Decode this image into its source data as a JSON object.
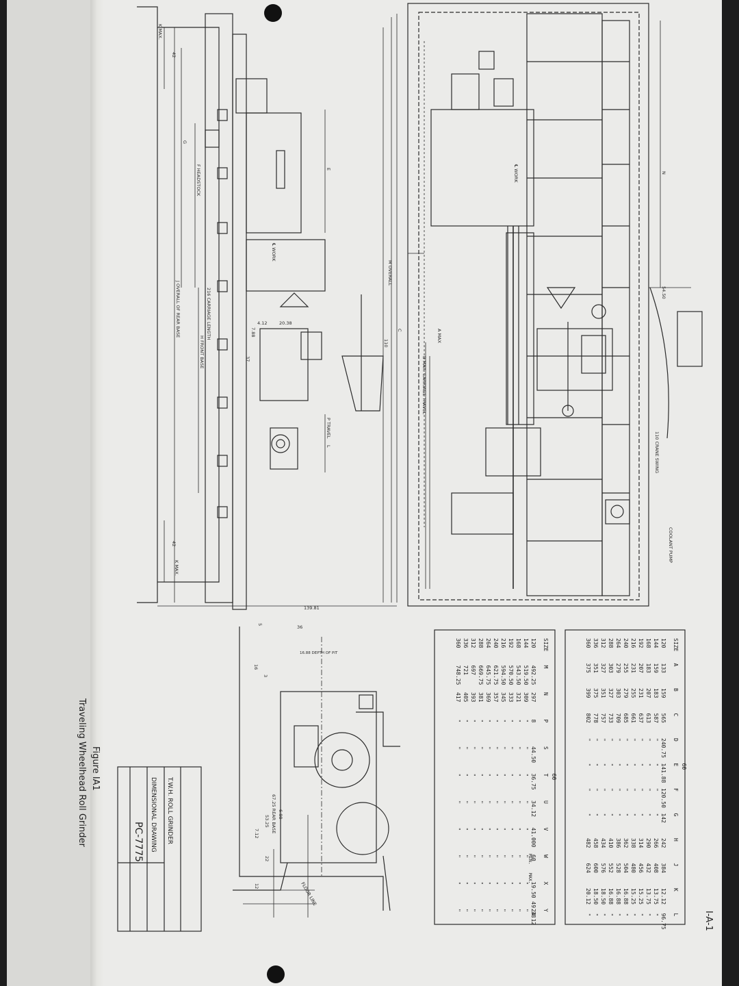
{
  "labels": {
    "m_overall": "M OVERALL",
    "n": "N",
    "dim_5450": "54.50",
    "crane_swing": "110 CRANE SWING",
    "coolant_pump": "COOLANT PUMP",
    "work_cl": "℄ WORK",
    "work_cl_top": "℄ WORK",
    "a_max": "A MAX",
    "b_travel": "B MAX. CARRIAGE TRAVEL",
    "c": "C",
    "dim_110": "110",
    "p_travel": "P TRAVEL",
    "l": "L",
    "e": "E",
    "f_headstock": "F HEADSTOCK",
    "g": "G",
    "carriage_length": "216 CARRIAGE LENGTH",
    "h_front_base": "H FRONT BASE",
    "j_rear_base": "J OVERALL OF REAR BASE",
    "dim_2038": "20.38",
    "dim_412": "4.12",
    "dim_788": "7.88",
    "dim_37": "37",
    "dim_42_top": "42",
    "dim_42_bot": "42",
    "k_max_top": "K MAX.",
    "k_max_bot": "K MAX.",
    "dim_13981": "139.81",
    "dim_36": "36",
    "depth_of_pit": "16.88 DEPTH OF PIT",
    "floor_line": "FLOOR LINE",
    "rear_base": "67.25 REAR BASE",
    "dim_5325": "53.25",
    "dim_712": "7.12",
    "dim_688": "6.88",
    "dim_22": "22",
    "dim_12": "12",
    "dim_16": "16",
    "dim_3": "3",
    "dim_5": "5"
  },
  "table_top": {
    "header_sup": "60",
    "columns": [
      "SIZE",
      "A",
      "B",
      "C",
      "D",
      "E",
      "F",
      "G",
      "H",
      "J",
      "K",
      "L"
    ],
    "rows": [
      [
        "120",
        "133",
        "159",
        "565",
        "240.75",
        "141.88",
        "120.50",
        "142",
        "242",
        "384",
        "12.12",
        "96.75"
      ],
      [
        "144",
        "159",
        "183",
        "587",
        "\"",
        "\"",
        "\"",
        "\"",
        "266",
        "408",
        "13.75",
        "\""
      ],
      [
        "168",
        "183",
        "207",
        "613",
        "\"",
        "\"",
        "\"",
        "\"",
        "290",
        "432",
        "13.75",
        "\""
      ],
      [
        "192",
        "207",
        "231",
        "637",
        "\"",
        "\"",
        "\"",
        "\"",
        "314",
        "456",
        "15.25",
        "\""
      ],
      [
        "216",
        "231",
        "255",
        "661",
        "\"",
        "\"",
        "\"",
        "\"",
        "338",
        "480",
        "15.25",
        "\""
      ],
      [
        "240",
        "255",
        "279",
        "685",
        "\"",
        "\"",
        "\"",
        "\"",
        "362",
        "504",
        "16.88",
        "\""
      ],
      [
        "264",
        "279",
        "303",
        "709",
        "\"",
        "\"",
        "\"",
        "\"",
        "386",
        "528",
        "16.88",
        "\""
      ],
      [
        "288",
        "303",
        "327",
        "733",
        "\"",
        "\"",
        "\"",
        "\"",
        "410",
        "552",
        "16.88",
        "\""
      ],
      [
        "312",
        "327",
        "351",
        "757",
        "\"",
        "\"",
        "\"",
        "\"",
        "434",
        "576",
        "18.50",
        "\""
      ],
      [
        "336",
        "351",
        "375",
        "778",
        "\"",
        "\"",
        "\"",
        "\"",
        "458",
        "600",
        "18.50",
        "\""
      ],
      [
        "360",
        "375",
        "399",
        "802",
        "\"",
        "\"",
        "\"",
        "\"",
        "482",
        "624",
        "20.12",
        "\""
      ]
    ]
  },
  "table_bottom": {
    "header_sup": "60",
    "columns": [
      "SIZE",
      "M",
      "N",
      "P",
      "S",
      "T",
      "U",
      "V",
      "W",
      "X",
      "Y"
    ],
    "x_sub": [
      "MIN.",
      "MAX."
    ],
    "rows": [
      [
        "120",
        "492.25",
        "297",
        "8",
        "44.50",
        "36.75",
        "34.12",
        "41.000",
        "60",
        "19.50 49.38",
        "24.12"
      ],
      [
        "144",
        "519.50",
        "309",
        "\"",
        "\"",
        "\"",
        "\"",
        "\"",
        "\"",
        "\"",
        "\""
      ],
      [
        "168",
        "543.50",
        "321",
        "\"",
        "\"",
        "\"",
        "\"",
        "\"",
        "\"",
        "\"",
        "\""
      ],
      [
        "192",
        "570.50",
        "333",
        "\"",
        "\"",
        "\"",
        "\"",
        "\"",
        "\"",
        "\"",
        "\""
      ],
      [
        "216",
        "594.50",
        "345",
        "\"",
        "\"",
        "\"",
        "\"",
        "\"",
        "\"",
        "\"",
        "\""
      ],
      [
        "240",
        "621.75",
        "357",
        "\"",
        "\"",
        "\"",
        "\"",
        "\"",
        "\"",
        "\"",
        "\""
      ],
      [
        "264",
        "645.75",
        "369",
        "\"",
        "\"",
        "\"",
        "\"",
        "\"",
        "\"",
        "\"",
        "\""
      ],
      [
        "288",
        "669.75",
        "381",
        "\"",
        "\"",
        "\"",
        "\"",
        "\"",
        "\"",
        "\"",
        "\""
      ],
      [
        "312",
        "697",
        "393",
        "\"",
        "\"",
        "\"",
        "\"",
        "\"",
        "\"",
        "\"",
        "\""
      ],
      [
        "336",
        "721",
        "405",
        "\"",
        "\"",
        "\"",
        "\"",
        "\"",
        "\"",
        "\"",
        "\""
      ],
      [
        "360",
        "748.25",
        "417",
        "\"",
        "\"",
        "\"",
        "\"",
        "\"",
        "\"",
        "\"",
        "\""
      ]
    ]
  },
  "title_block": {
    "title": "DIMENSIONAL DRAWING",
    "subject": "T.W.H. ROLL GRINDER",
    "drawing_no": "PC-7775"
  },
  "caption": {
    "figure": "Figure IA1",
    "name": "Traveling Wheelhead Roll Grinder"
  },
  "page_number": "I-A-1"
}
